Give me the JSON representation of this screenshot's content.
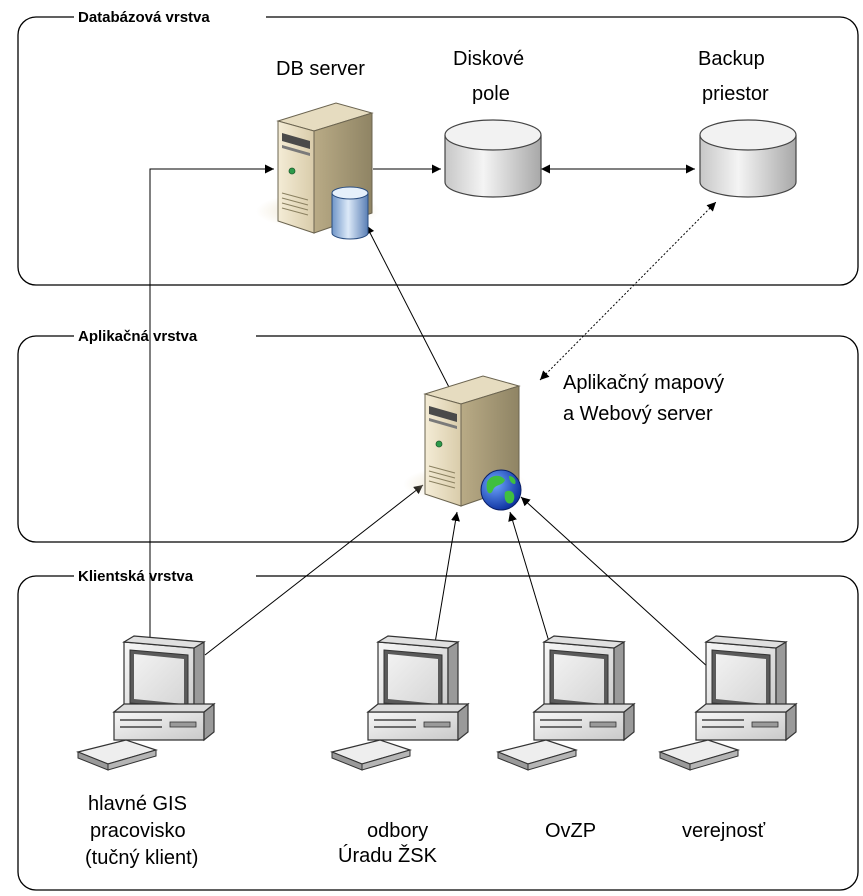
{
  "tiers": {
    "database": "Databázová vrstva",
    "application": "Aplikačná vrstva",
    "client": "Klientská vrstva"
  },
  "nodes": {
    "db_server": "DB server",
    "disk_array": [
      "Diskové",
      "pole"
    ],
    "backup": [
      "Backup",
      "priestor"
    ],
    "app_server": [
      "Aplikačný mapový",
      "a Webový server"
    ],
    "client_main": [
      "hlavné GIS",
      "pracovisko",
      "(tučný klient)"
    ],
    "client_departments": [
      "odbory",
      "Úradu ŽSK"
    ],
    "client_ovzp": "OvZP",
    "client_public": "verejnosť"
  }
}
